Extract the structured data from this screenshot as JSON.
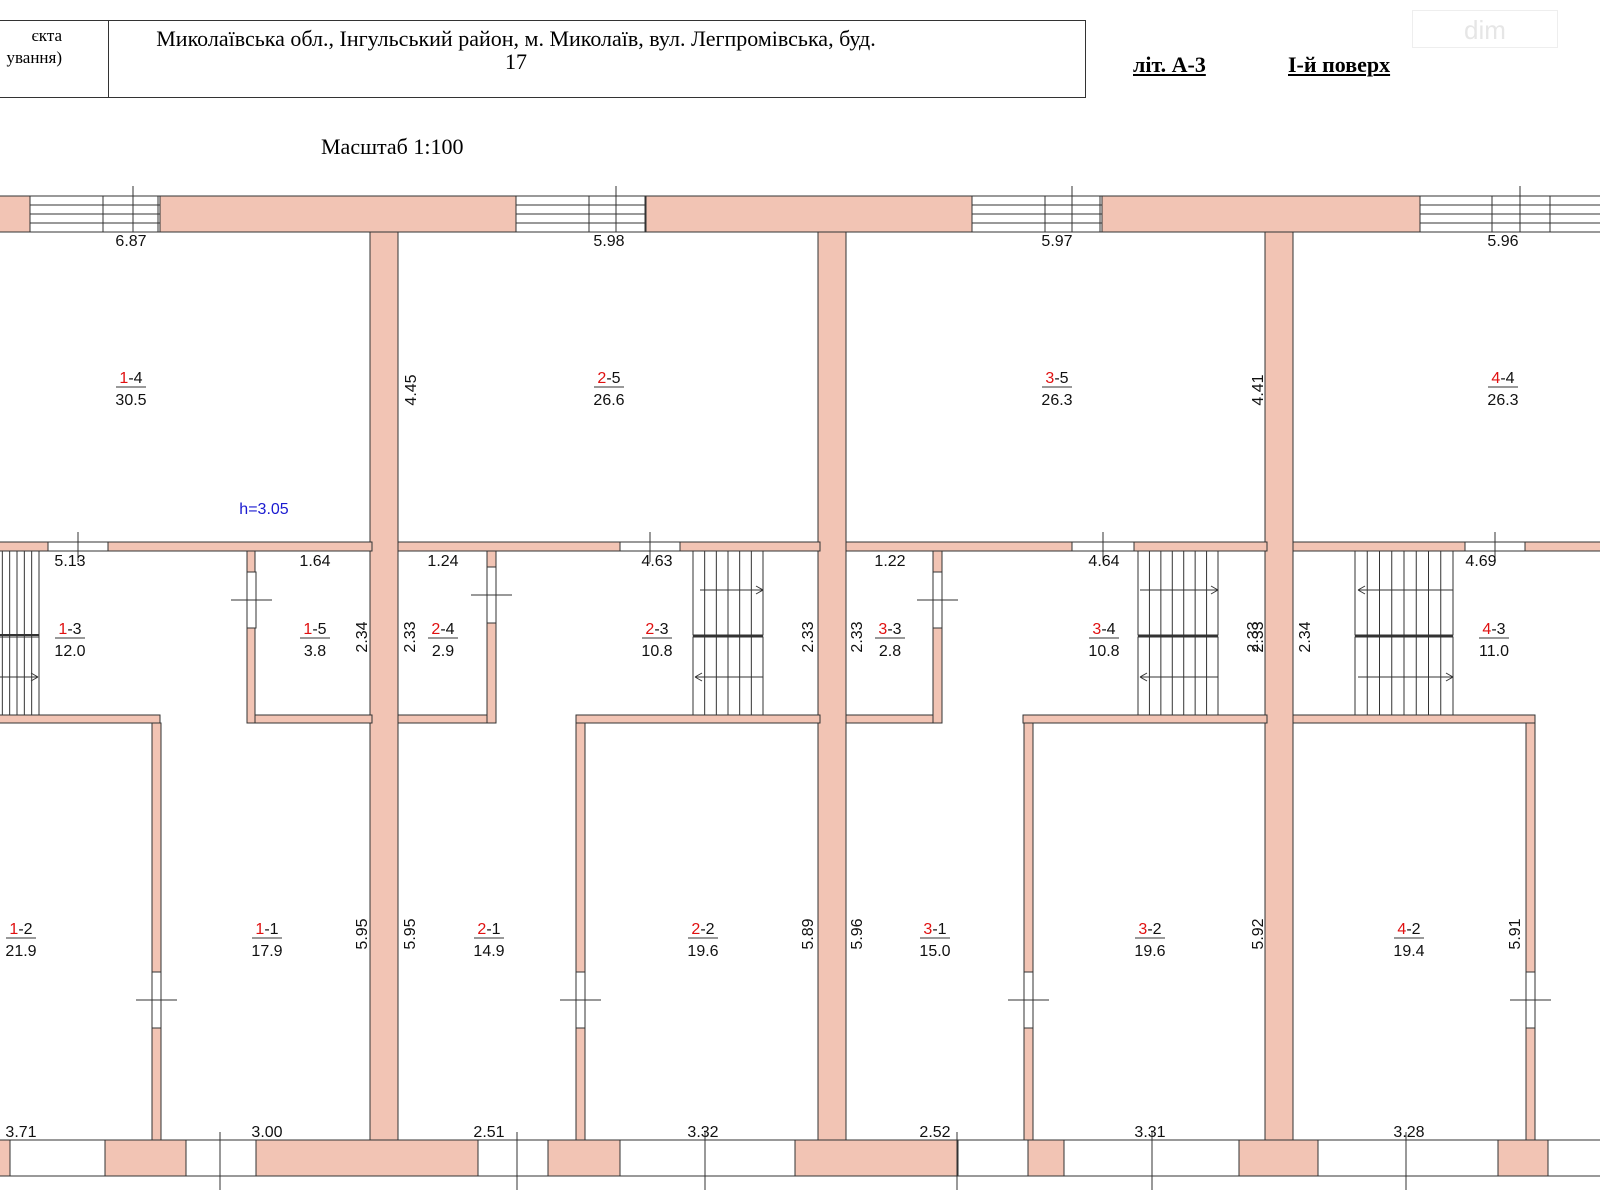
{
  "header": {
    "left_text_1": "єкта",
    "left_text_2": "ування)",
    "address_line_1": "Миколаївська обл., Інгульський район, м. Миколаїв, вул. Легпромівська, буд.",
    "address_line_2": "17",
    "lit": "літ. А-3",
    "floor": "І-й поверх",
    "watermark": "dim"
  },
  "scale": "Масштаб 1:100",
  "height_mark": "h=3.05",
  "colors": {
    "wall_fill": "#f2c4b4",
    "wall_stroke": "#333333",
    "room_id_accent": "#e01010",
    "height_mark": "#1a1ad0"
  },
  "rooms": [
    {
      "id_red": "1",
      "id_rest": "-4",
      "area": "30.5"
    },
    {
      "id_red": "2",
      "id_rest": "-5",
      "area": "26.6"
    },
    {
      "id_red": "3",
      "id_rest": "-5",
      "area": "26.3"
    },
    {
      "id_red": "4",
      "id_rest": "-4",
      "area": "26.3"
    },
    {
      "id_red": "1",
      "id_rest": "-3",
      "area": "12.0"
    },
    {
      "id_red": "1",
      "id_rest": "-5",
      "area": "3.8"
    },
    {
      "id_red": "2",
      "id_rest": "-4",
      "area": "2.9"
    },
    {
      "id_red": "2",
      "id_rest": "-3",
      "area": "10.8"
    },
    {
      "id_red": "3",
      "id_rest": "-3",
      "area": "2.8"
    },
    {
      "id_red": "3",
      "id_rest": "-4",
      "area": "10.8"
    },
    {
      "id_red": "4",
      "id_rest": "-3",
      "area": "11.0"
    },
    {
      "id_red": "1",
      "id_rest": "-2",
      "area": "21.9"
    },
    {
      "id_red": "1",
      "id_rest": "-1",
      "area": "17.9"
    },
    {
      "id_red": "2",
      "id_rest": "-1",
      "area": "14.9"
    },
    {
      "id_red": "2",
      "id_rest": "-2",
      "area": "19.6"
    },
    {
      "id_red": "3",
      "id_rest": "-1",
      "area": "15.0"
    },
    {
      "id_red": "3",
      "id_rest": "-2",
      "area": "19.6"
    },
    {
      "id_red": "4",
      "id_rest": "-2",
      "area": "19.4"
    }
  ],
  "dims_horizontal": [
    "6.87",
    "5.98",
    "5.97",
    "5.96",
    "5.13",
    "1.64",
    "1.24",
    "4.63",
    "1.22",
    "4.64",
    "4.69",
    "3.71",
    "3.00",
    "2.51",
    "3.32",
    "2.52",
    "3.31",
    "3.28"
  ],
  "dims_vertical": [
    "4.45",
    "4.41",
    "2.34",
    "2.33",
    "2.33",
    "2.33",
    "2.33",
    "2.33",
    "2.34",
    "5.95",
    "5.95",
    "5.89",
    "5.96",
    "5.92",
    "5.91"
  ]
}
